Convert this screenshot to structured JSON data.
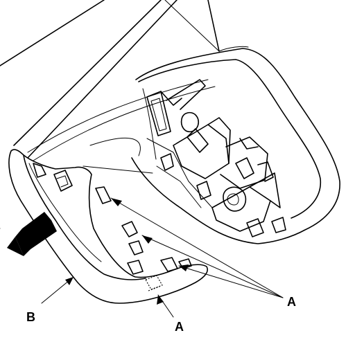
{
  "labels": {
    "a_right": "A",
    "a_bottom": "A",
    "b": "B"
  },
  "colors": {
    "line": "#000000",
    "background": "#ffffff"
  }
}
